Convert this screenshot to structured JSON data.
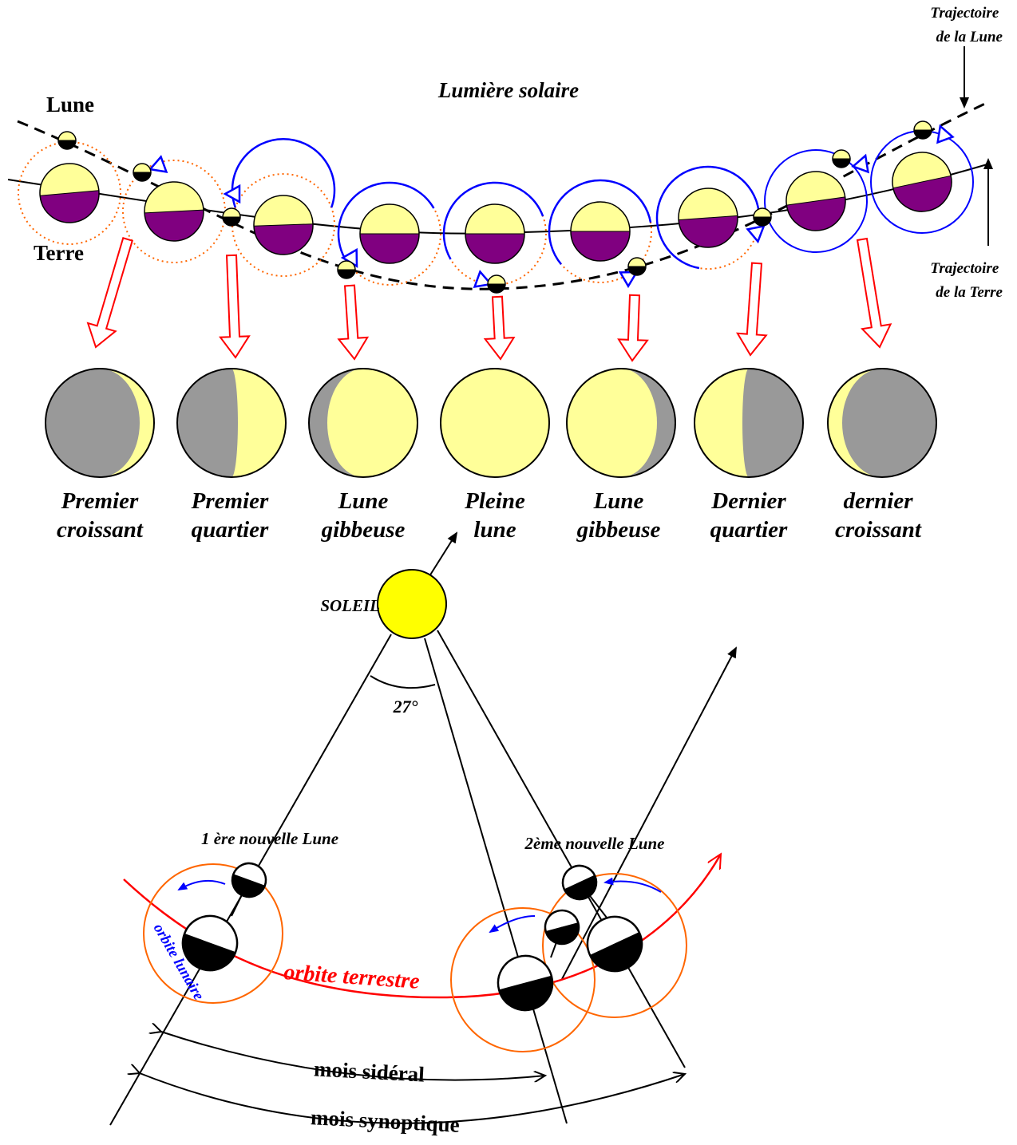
{
  "top": {
    "sunlight": "Lumière solaire",
    "moon_label": "Lune",
    "earth_label": "Terre",
    "moon_trajectory": [
      "Trajectoire",
      "de la Lune"
    ],
    "earth_trajectory": [
      "Trajectoire",
      "de la Terre"
    ]
  },
  "phases": [
    {
      "line1": "Premier",
      "line2": "croissant"
    },
    {
      "line1": "Premier",
      "line2": "quartier"
    },
    {
      "line1": "Lune",
      "line2": "gibbeuse"
    },
    {
      "line1": "Pleine",
      "line2": "lune"
    },
    {
      "line1": "Lune",
      "line2": "gibbeuse"
    },
    {
      "line1": "Dernier",
      "line2": "quartier"
    },
    {
      "line1": "dernier",
      "line2": "croissant"
    }
  ],
  "bottom": {
    "sun_label": "SOLEIL",
    "angle_label": "27°",
    "first_new_moon": "1 ère nouvelle Lune",
    "second_new_moon": "2ème nouvelle Lune",
    "lunar_orbit": "orbite lunaire",
    "earth_orbit": "orbite terrestre",
    "sidereal_month": "mois sidéral",
    "synodic_month": "mois synoptique"
  },
  "colors": {
    "sun": "#ffff00",
    "sunlit": "#ffff99",
    "earth_night": "#800080",
    "moon_dark": "#999999",
    "orbit_red": "#ff0000",
    "lunar_orbit_orange": "#ff6600",
    "arrow_blue": "#0000ff"
  }
}
